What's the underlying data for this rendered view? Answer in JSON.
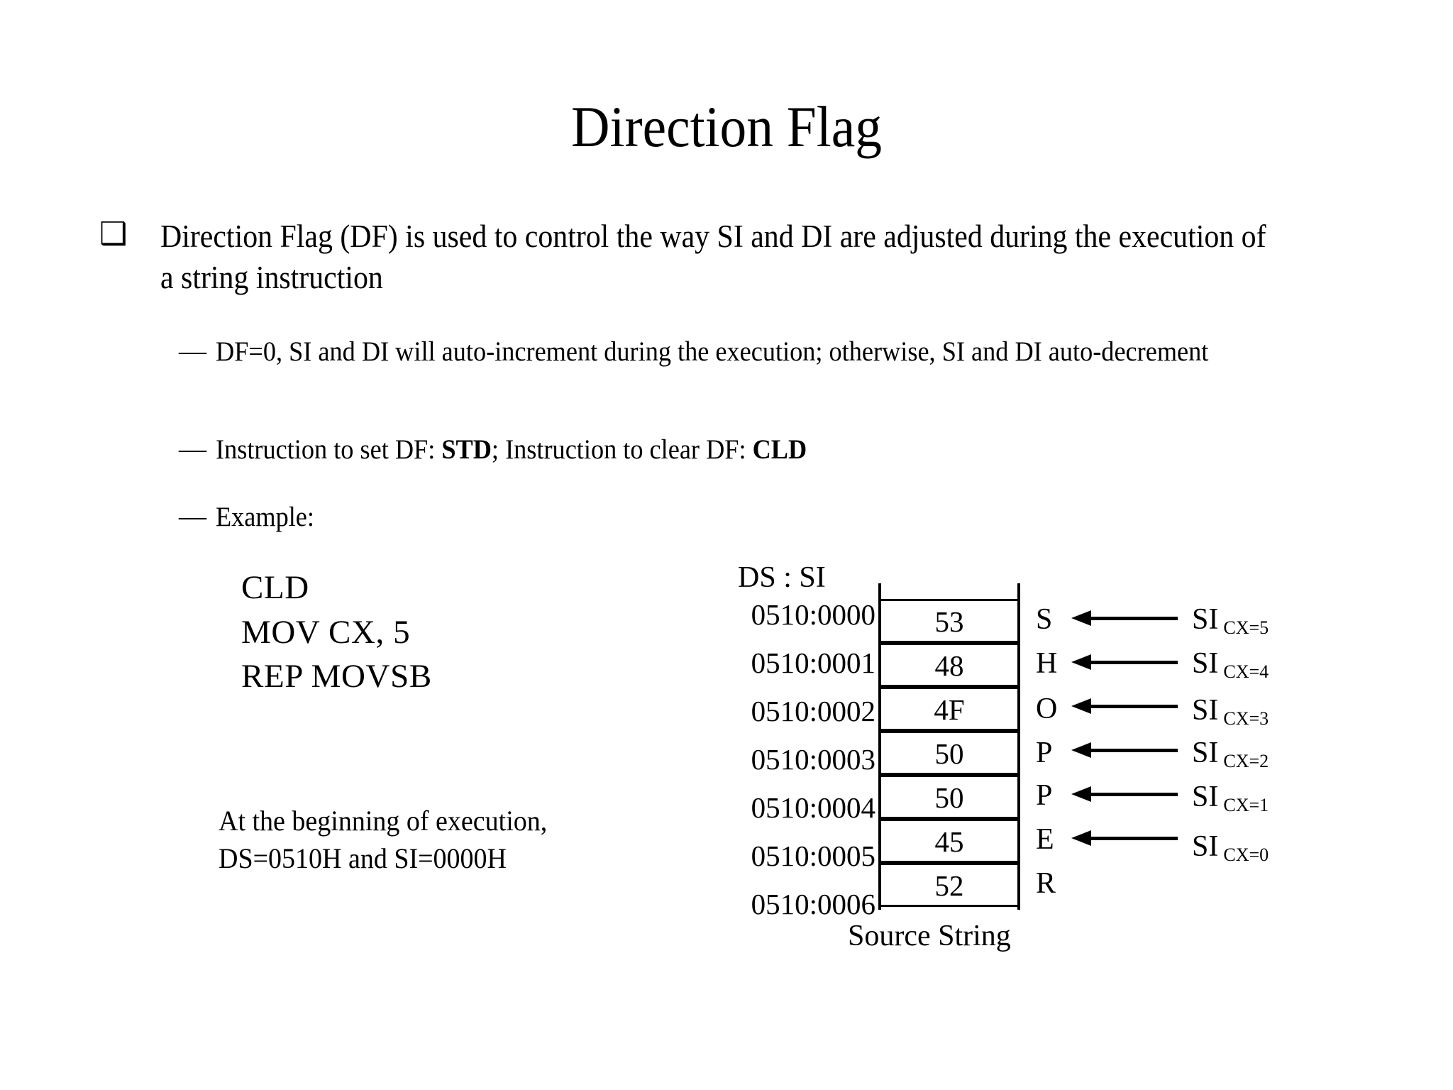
{
  "slide": {
    "title": "Direction Flag",
    "bullets": [
      {
        "marker": "❑",
        "text": "Direction Flag (DF) is used to control the way SI and DI are adjusted during the execution of a string instruction"
      }
    ],
    "sub_bullets": [
      {
        "dash": "—",
        "text": "DF=0, SI and DI will auto-increment during the execution; otherwise, SI and DI auto-decrement"
      },
      {
        "dash": "—",
        "prefix": "Instruction to set DF:  ",
        "bold1": "STD",
        "middle": ";  Instruction to clear DF:  ",
        "bold2": "CLD"
      },
      {
        "dash": "—",
        "text": "Example:"
      }
    ],
    "code": [
      "CLD",
      "MOV CX, 5",
      "REP MOVSB"
    ],
    "note": [
      "At the beginning of execution,",
      "DS=0510H and SI=0000H"
    ]
  },
  "diagram": {
    "header": "DS  :  SI",
    "caption": "Source String",
    "rows": [
      {
        "address": "0510:0000",
        "value": "53",
        "letter": "S",
        "arrow": true,
        "si": "SI",
        "cx": "CX=5"
      },
      {
        "address": "0510:0001",
        "value": "48",
        "letter": "H",
        "arrow": true,
        "si": "SI",
        "cx": "CX=4"
      },
      {
        "address": "0510:0002",
        "value": "4F",
        "letter": "O",
        "arrow": true,
        "si": "SI",
        "cx": "CX=3"
      },
      {
        "address": "0510:0003",
        "value": "50",
        "letter": "P",
        "arrow": true,
        "si": "SI",
        "cx": "CX=2"
      },
      {
        "address": "0510:0004",
        "value": "50",
        "letter": "P",
        "arrow": true,
        "si": "SI",
        "cx": "CX=1"
      },
      {
        "address": "0510:0005",
        "value": "45",
        "letter": "E",
        "arrow": true,
        "si": "SI",
        "cx": "CX=0"
      },
      {
        "address": "0510:0006",
        "value": "52",
        "letter": "R",
        "arrow": false,
        "si": "",
        "cx": ""
      }
    ]
  },
  "colors": {
    "background": "#ffffff",
    "text": "#000000",
    "rule": "#000000"
  }
}
